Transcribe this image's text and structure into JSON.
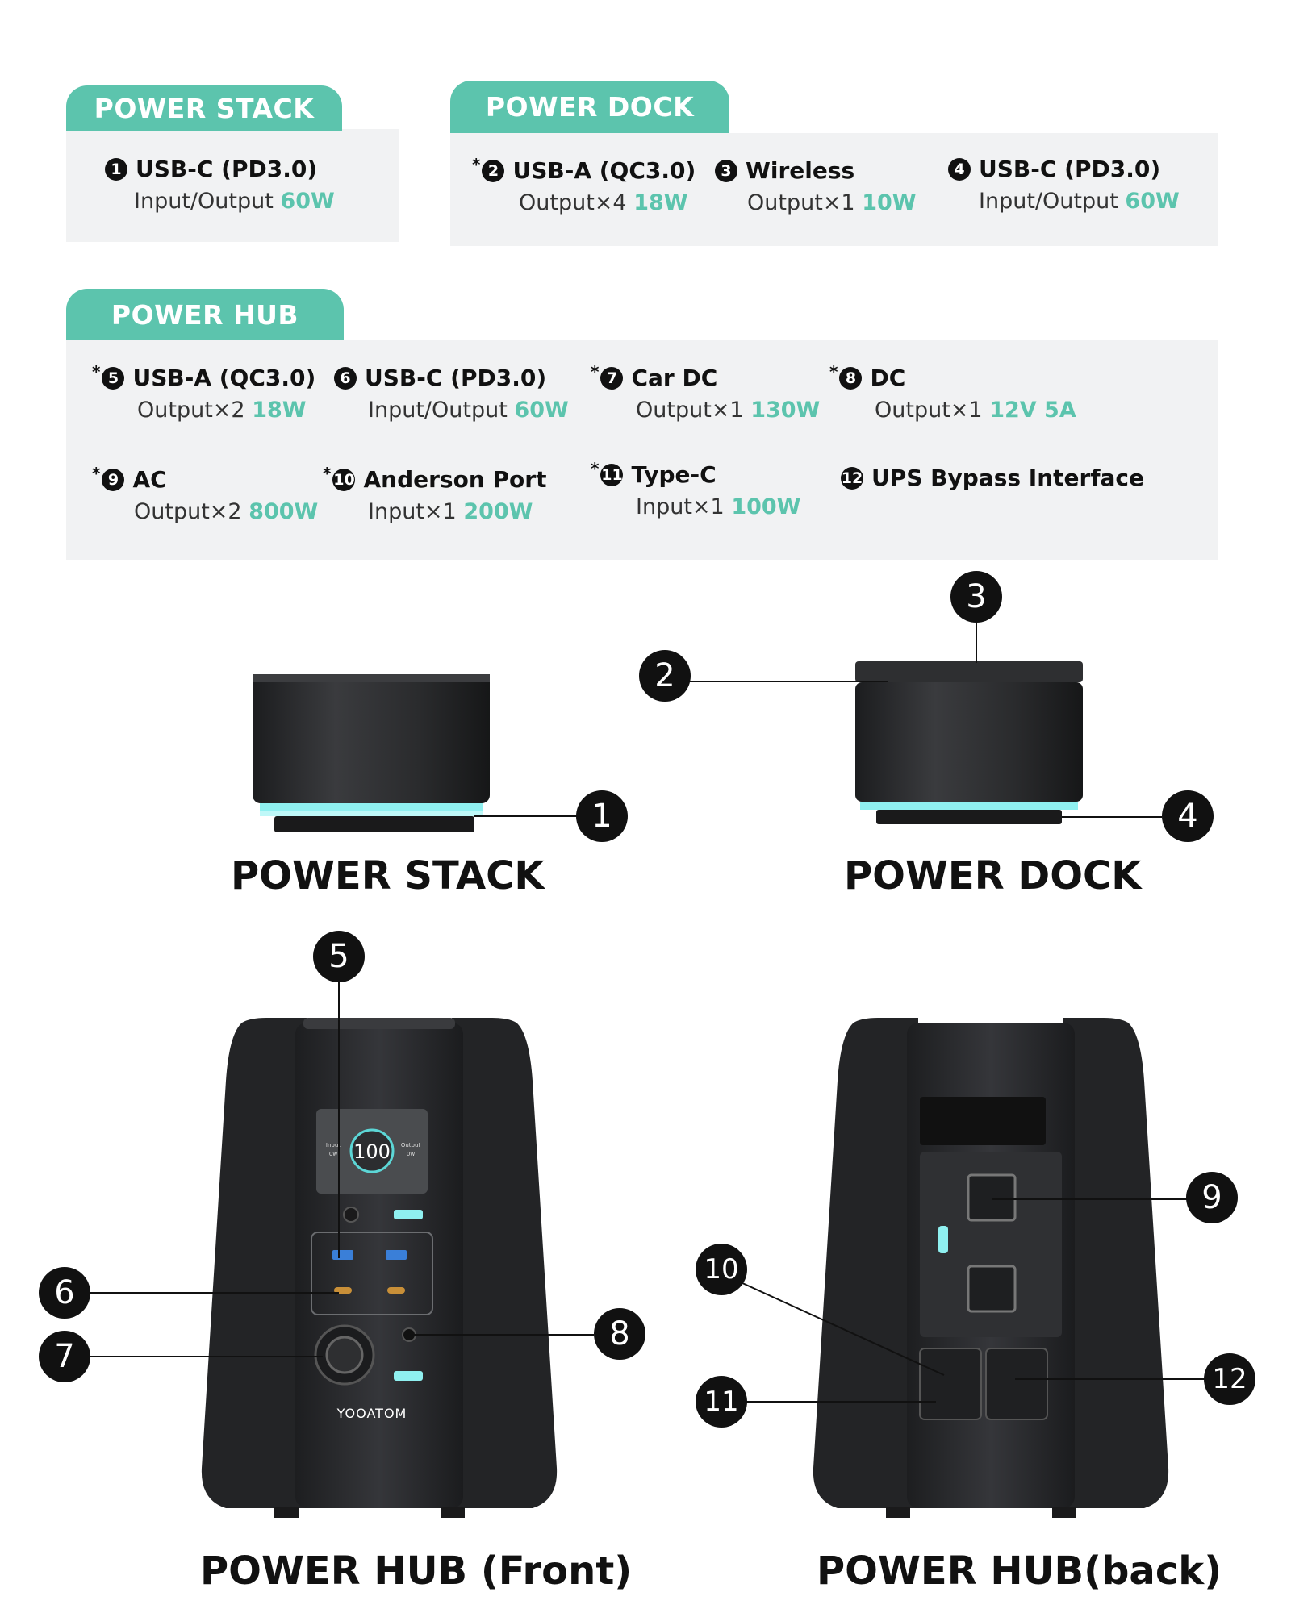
{
  "sections": {
    "stack": {
      "tab": "POWER STACK",
      "items": [
        {
          "num": "1",
          "star": "",
          "title": "USB-C (PD3.0)",
          "sub": "Input/Output",
          "val": "60W"
        }
      ]
    },
    "dock": {
      "tab": "POWER DOCK",
      "items": [
        {
          "num": "2",
          "star": "*",
          "title": "USB-A (QC3.0)",
          "sub": "Output×4",
          "val": "18W"
        },
        {
          "num": "3",
          "star": "",
          "title": "Wireless",
          "sub": "Output×1",
          "val": "10W"
        },
        {
          "num": "4",
          "star": "",
          "title": "USB-C (PD3.0)",
          "sub": "Input/Output",
          "val": "60W"
        }
      ]
    },
    "hub": {
      "tab": "POWER HUB",
      "items": [
        {
          "num": "5",
          "star": "*",
          "title": "USB-A (QC3.0)",
          "sub": "Output×2",
          "val": "18W"
        },
        {
          "num": "6",
          "star": "",
          "title": "USB-C (PD3.0)",
          "sub": "Input/Output",
          "val": "60W"
        },
        {
          "num": "7",
          "star": "*",
          "title": "Car DC",
          "sub": "Output×1",
          "val": "130W"
        },
        {
          "num": "8",
          "star": "*",
          "title": "DC",
          "sub": "Output×1",
          "val": "12V 5A"
        },
        {
          "num": "9",
          "star": "*",
          "title": "AC",
          "sub": "Output×2",
          "val": "800W"
        },
        {
          "num": "10",
          "star": "*",
          "title": "Anderson Port",
          "sub": "Input×1",
          "val": "200W"
        },
        {
          "num": "11",
          "star": "*",
          "title": "Type-C",
          "sub": "Input×1",
          "val": "100W"
        },
        {
          "num": "12",
          "star": "",
          "title": "UPS Bypass Interface",
          "sub": "",
          "val": ""
        }
      ]
    }
  },
  "captions": {
    "stack": "POWER STACK",
    "dock": "POWER DOCK",
    "hub_front": "POWER HUB (Front)",
    "hub_back": "POWER HUB(back)"
  },
  "callouts": [
    "1",
    "2",
    "3",
    "4",
    "5",
    "6",
    "7",
    "8",
    "9",
    "10",
    "11",
    "12"
  ],
  "device_text": {
    "brand": "YOOATOM",
    "screen_value": "100",
    "screen_input": "Input",
    "screen_input_val": "0w",
    "screen_output": "Output",
    "screen_output_val": "0w"
  },
  "colors": {
    "accent": "#5cc4ad",
    "panel": "#f1f2f3",
    "device": "#2b2c2e",
    "glow": "#8ff0f0"
  }
}
